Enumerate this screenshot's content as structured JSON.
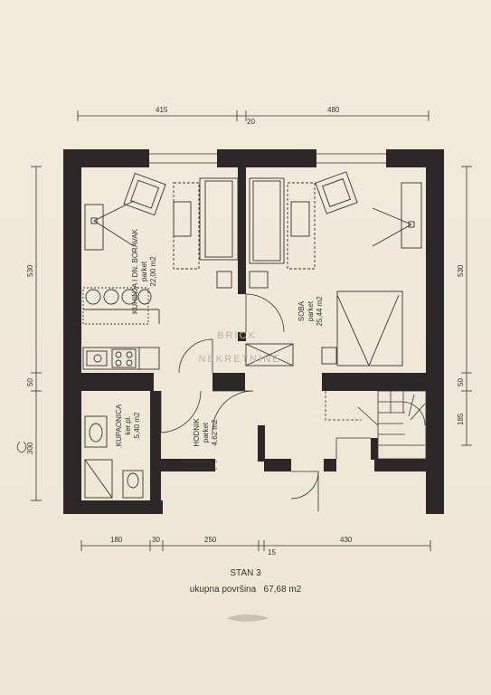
{
  "plan": {
    "title": "STAN 3",
    "total_label": "ukupna površina",
    "total_value": "67,68 m2",
    "watermark_top": "BRICK",
    "watermark_bottom": "NEKRETNINE",
    "dims_top": {
      "left": "415",
      "middle": "20",
      "right": "480"
    },
    "dims_bottom": {
      "a": "180",
      "b": "30",
      "c": "250",
      "d": "15",
      "e": "430"
    },
    "dims_left": {
      "top": "530",
      "middle": "50",
      "bottom": "300"
    },
    "dims_right": {
      "top": "530",
      "middle": "50",
      "bottom": "185"
    },
    "rooms": {
      "kuhinja": {
        "name": "KUHINJA I DN. BORAVAK",
        "floor": "parket",
        "area": "22,00 m2"
      },
      "soba": {
        "name": "SOBA",
        "floor": "parket",
        "area": "25,44 m2"
      },
      "kupaonica": {
        "name": "KUPAONICA",
        "floor": "ker.pl.",
        "area": "5,40 m2"
      },
      "hodnik": {
        "name": "HODNIK",
        "floor": "parket",
        "area": "4,62 m2"
      }
    }
  }
}
